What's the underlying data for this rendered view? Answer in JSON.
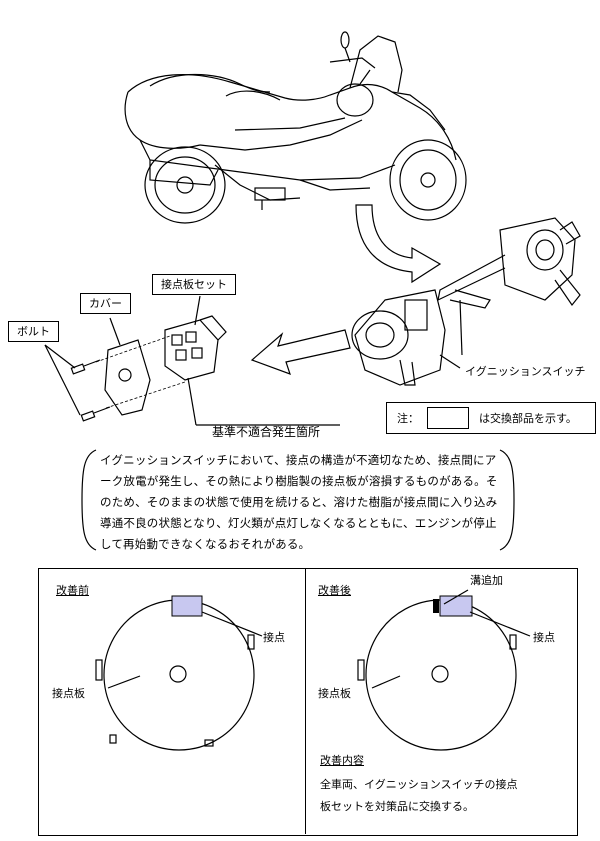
{
  "labels": {
    "contact_set": "接点板セット",
    "cover": "カバー",
    "bolt": "ボルト",
    "ignition_switch": "イグニッションスイッチ",
    "defect_location": "基準不適合発生箇所"
  },
  "legend": {
    "prefix": "注：",
    "suffix": "は交換部品を示す。"
  },
  "description": [
    "イグニッションスイッチにおいて、接点の構造が不適切なため、接点間にア",
    "ーク放電が発生し、その熱により樹脂製の接点板が溶損するものがある。そ",
    "のため、そのままの状態で使用を続けると、溶けた樹脂が接点間に入り込み",
    "導通不良の状態となり、灯火類が点灯しなくなるとともに、エンジンが停止",
    "して再始動できなくなるおそれがある。"
  ],
  "before": {
    "title": "改善前",
    "contact": "接点",
    "plate": "接点板"
  },
  "after": {
    "title": "改善後",
    "groove": "溝追加",
    "contact": "接点",
    "plate": "接点板"
  },
  "remedy": {
    "title": "改善内容",
    "lines": [
      "全車両、イグニッションスイッチの接点",
      "板セットを対策品に交換する。"
    ]
  },
  "colors": {
    "highlight": "#c8c8f0",
    "line": "#000000"
  }
}
